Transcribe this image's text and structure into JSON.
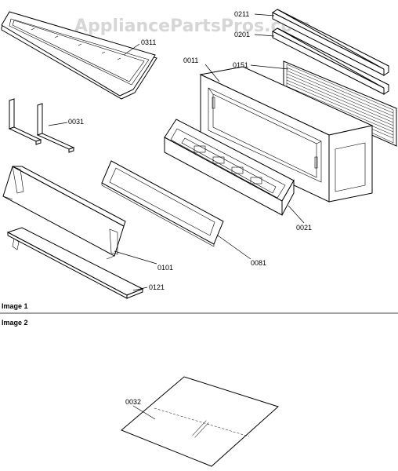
{
  "watermark": "AppliancePartsPros.com",
  "sections": [
    {
      "label": "Image 1"
    },
    {
      "label": "Image 2"
    }
  ],
  "parts": [
    {
      "number": "0311"
    },
    {
      "number": "0211"
    },
    {
      "number": "0201"
    },
    {
      "number": "0011"
    },
    {
      "number": "0151"
    },
    {
      "number": "0031"
    },
    {
      "number": "0021"
    },
    {
      "number": "0101"
    },
    {
      "number": "0081"
    },
    {
      "number": "0121"
    },
    {
      "number": "0032"
    }
  ],
  "colors": {
    "line": "#000000",
    "watermark": "#d6d6d6",
    "background": "#ffffff"
  }
}
